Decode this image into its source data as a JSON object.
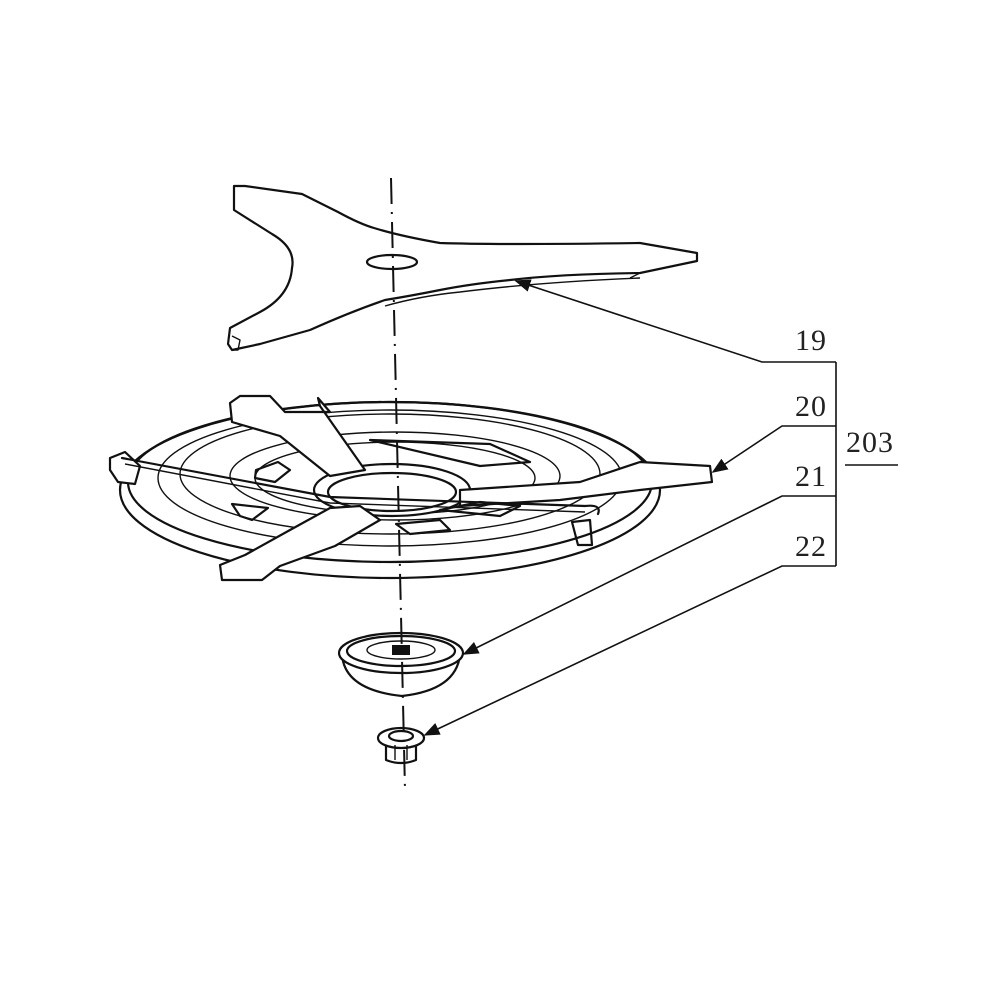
{
  "diagram": {
    "type": "exploded-parts-view",
    "line_color": "#111111",
    "background": "#ffffff",
    "assembly": {
      "number": "203",
      "parts": [
        {
          "number": "19",
          "description": "three-point brush cutter blade"
        },
        {
          "number": "20",
          "description": "blade guard disc with ribs"
        },
        {
          "number": "21",
          "description": "cup washer / thrust cup"
        },
        {
          "number": "22",
          "description": "flange nut"
        }
      ]
    },
    "labels": {
      "p19": "19",
      "p20": "20",
      "p21": "21",
      "p22": "22",
      "assembly": "203"
    }
  }
}
